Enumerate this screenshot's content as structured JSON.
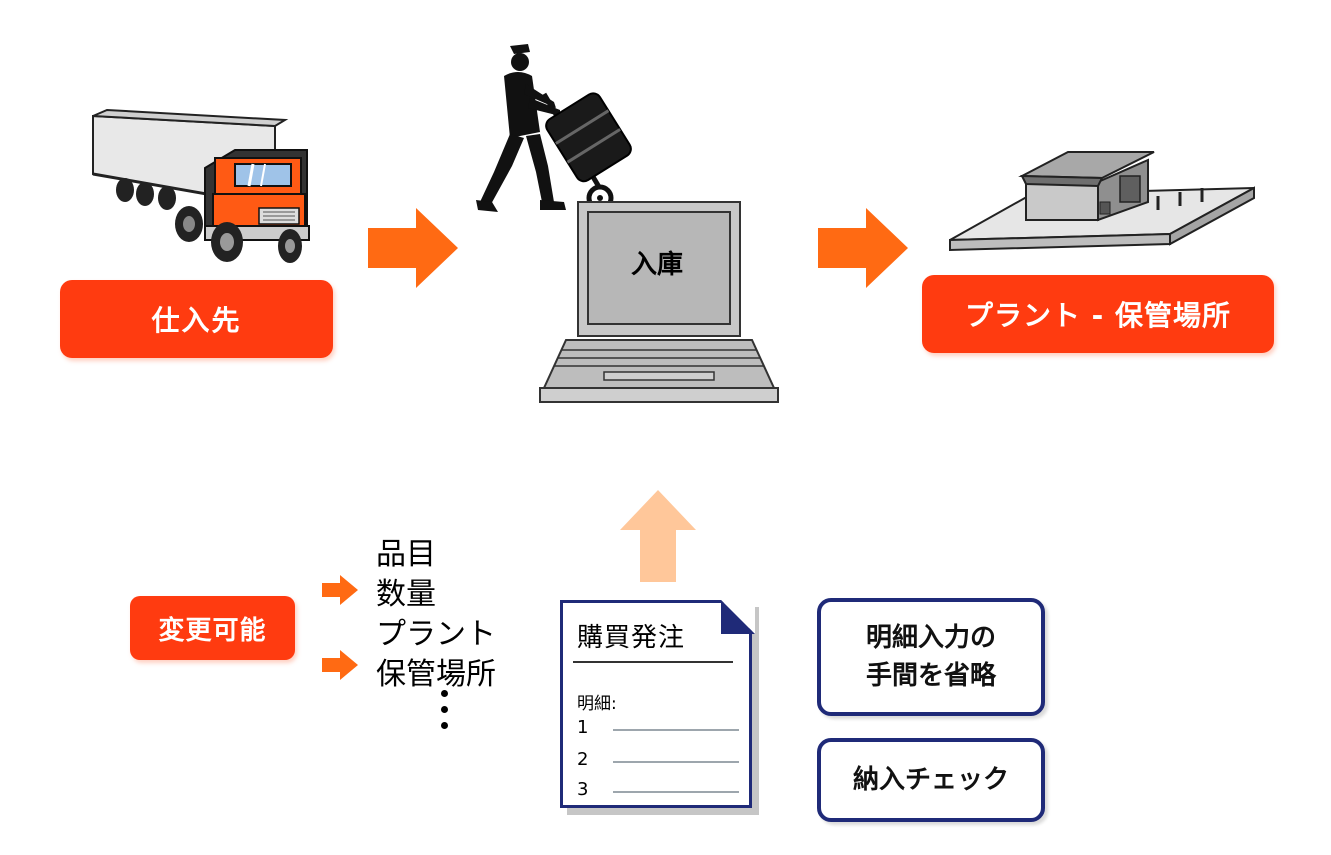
{
  "supplier_label": "仕入先",
  "receipt_label": "入庫",
  "plant_label": "プラント - 保管場所",
  "changeable_label": "変更可能",
  "changeable_fields": [
    "品目",
    "数量",
    "プラント",
    "保管場所"
  ],
  "purchase_order": {
    "title": "購買発注",
    "detail_label": "明細:",
    "line_numbers": [
      "1",
      "2",
      "3"
    ]
  },
  "benefit_omit": [
    "明細入力の",
    "手間を省略"
  ],
  "benefit_check": "納入チェック",
  "colors": {
    "orange_label": "#ff3b10",
    "orange_arrow": "#ff6a13",
    "light_arrow": "#ffc79a",
    "navy": "#1f2a78"
  },
  "icons": [
    "truck-icon",
    "worker-with-hand-truck-icon",
    "laptop-icon",
    "warehouse-icon",
    "arrow-right-icon",
    "arrow-up-icon"
  ]
}
